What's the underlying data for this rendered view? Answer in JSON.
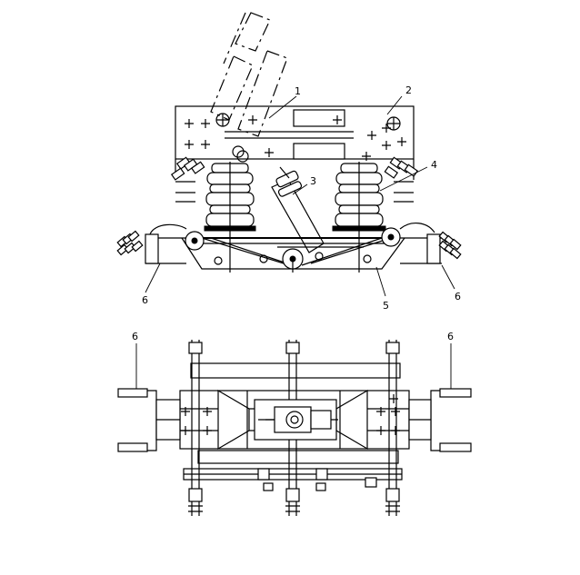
{
  "labels": {
    "n1": "1",
    "n2": "2",
    "n3": "3",
    "n4": "4",
    "n5": "5",
    "n6_left_side": "6",
    "n6_right_side": "6",
    "n6_left_plan": "6",
    "n6_right_plan": "6"
  }
}
